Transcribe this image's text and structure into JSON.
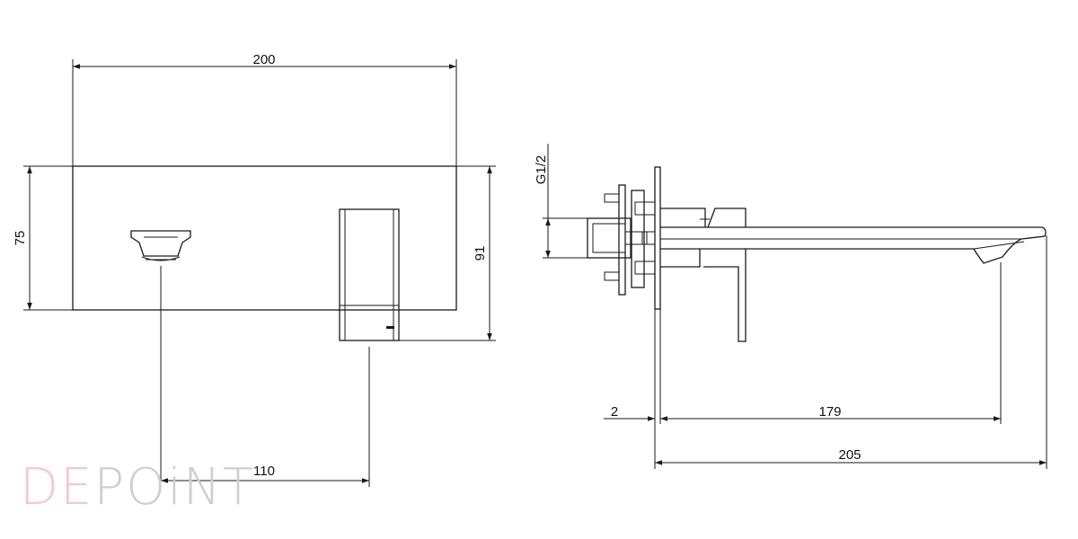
{
  "dimensions": {
    "front_width": "200",
    "front_height": "75",
    "total_height": "91",
    "spout_to_handle": "110",
    "thread": "G1/2",
    "plate_gap": "2",
    "spout_projection": "179",
    "total_depth": "205"
  },
  "watermark": {
    "part1": "DE",
    "part2": "POiNT"
  },
  "colors": {
    "line": "#1a1a1a",
    "watermark_pink": "#f2c9cf",
    "watermark_grey": "#cfcfcf"
  }
}
